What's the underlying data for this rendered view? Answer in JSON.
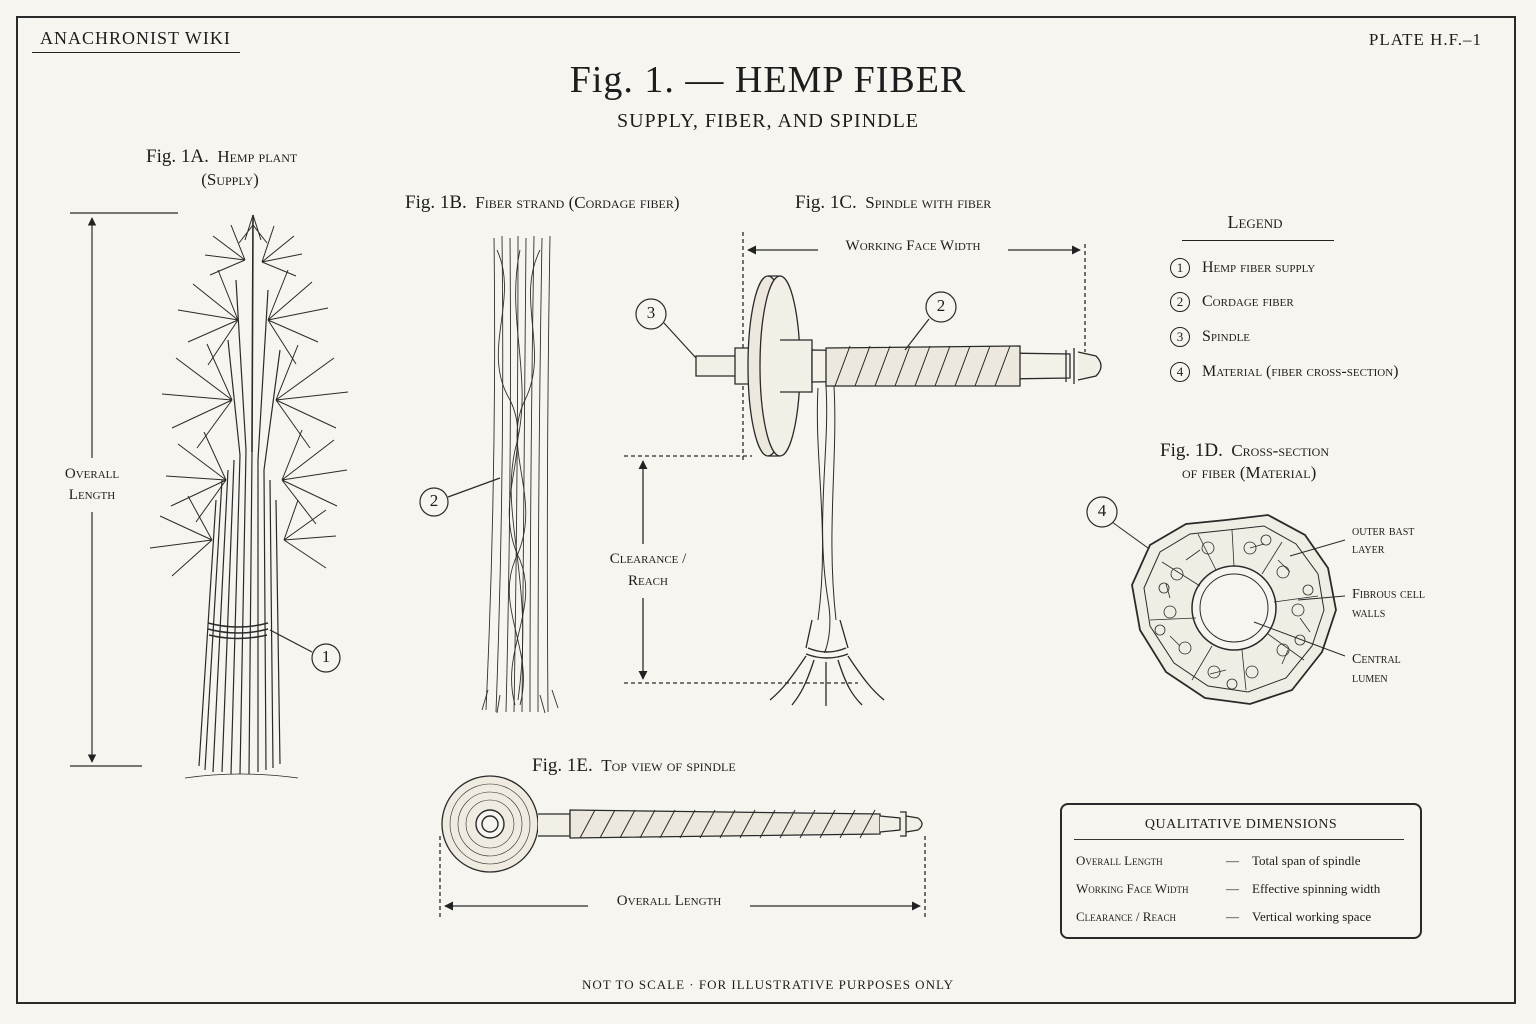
{
  "header": {
    "wiki": "ANACHRONIST WIKI",
    "plate_id": "PLATE H.F.–1",
    "title": "Fig. 1. — HEMP FIBER",
    "subtitle": "SUPPLY, FIBER, AND SPINDLE"
  },
  "figures": {
    "f1a": {
      "num": "Fig. 1A.",
      "label": "Hemp plant",
      "sub": "(Supply)"
    },
    "f1b": {
      "num": "Fig. 1B.",
      "label": "Fiber strand (Cordage fiber)"
    },
    "f1c": {
      "num": "Fig. 1C.",
      "label": "Spindle with fiber"
    },
    "f1d": {
      "num": "Fig. 1D.",
      "label": "Cross-section",
      "sub": "of fiber (Material)"
    },
    "f1e": {
      "num": "Fig. 1E.",
      "label": "Top view of spindle"
    }
  },
  "dims": {
    "overall_length_1": "Overall",
    "overall_length_2": "Length",
    "working_face": "Working Face Width",
    "clearance_1": "Clearance /",
    "clearance_2": "Reach",
    "overall_length_top": "Overall Length"
  },
  "callouts": {
    "c1": "1",
    "c2": "2",
    "c3": "3",
    "c4": "4"
  },
  "cross_section_labels": {
    "outer_1": "outer bast",
    "outer_2": "layer",
    "walls_1": "Fibrous cell",
    "walls_2": "walls",
    "lumen_1": "Central",
    "lumen_2": "lumen"
  },
  "legend": {
    "title": "Legend",
    "items": [
      {
        "num": "1",
        "label": "Hemp fiber supply"
      },
      {
        "num": "2",
        "label": "Cordage fiber"
      },
      {
        "num": "3",
        "label": "Spindle"
      },
      {
        "num": "4",
        "label": "Material (fiber cross-section)"
      }
    ]
  },
  "qualitative": {
    "title": "QUALITATIVE DIMENSIONS",
    "rows": [
      {
        "name": "Overall Length",
        "dash": "—",
        "desc": "Total span of spindle"
      },
      {
        "name": "Working Face Width",
        "dash": "—",
        "desc": "Effective spinning width"
      },
      {
        "name": "Clearance / Reach",
        "dash": "—",
        "desc": "Vertical working space"
      }
    ]
  },
  "footer": "NOT TO SCALE · FOR ILLUSTRATIVE PURPOSES ONLY"
}
